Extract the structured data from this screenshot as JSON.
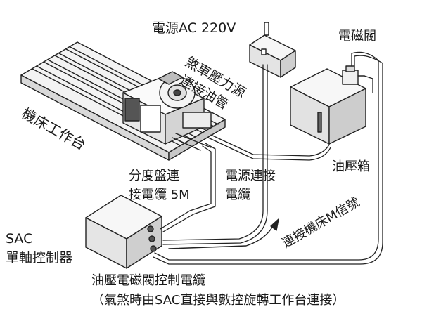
{
  "labels": {
    "power": "電源AC 220V",
    "solenoid_valve": "電磁閥",
    "brake_line_1": "煞車壓力源",
    "brake_line_2": "連接油管",
    "worktable": "機床工作台",
    "oil_box": "油壓箱",
    "index_cable_1": "分度盤連",
    "index_cable_2": "接電纜 5M",
    "power_cable_1": "電源連接",
    "power_cable_2": "電纜",
    "m_signal": "連接機床M信號",
    "sac_1": "SAC",
    "sac_2": "單軸控制器",
    "valve_cable": "油壓電磁閥控制電纜",
    "note": "（氣煞時由SAC直接與數控旋轉工作台連接）"
  }
}
